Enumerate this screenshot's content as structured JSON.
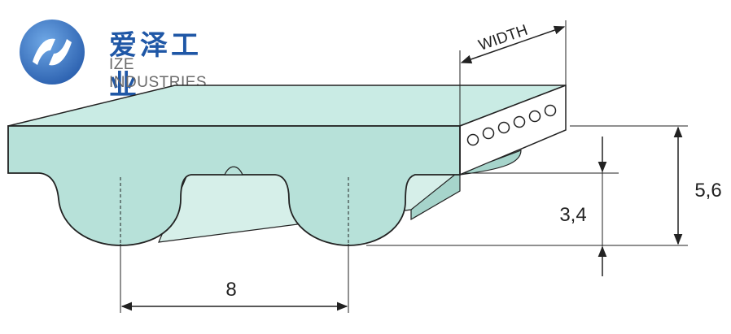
{
  "brand": {
    "name_cn": "爱泽工业",
    "name_en": "IZE INDUSTRIES",
    "logo_color": "#2f6bb8"
  },
  "diagram": {
    "belt_color": "#b7e1d9",
    "belt_top_color": "#c9ebe4",
    "labels": {
      "width": "WIDTH",
      "pitch": "8",
      "tooth_height": "3,4",
      "total_height": "5,6"
    }
  }
}
